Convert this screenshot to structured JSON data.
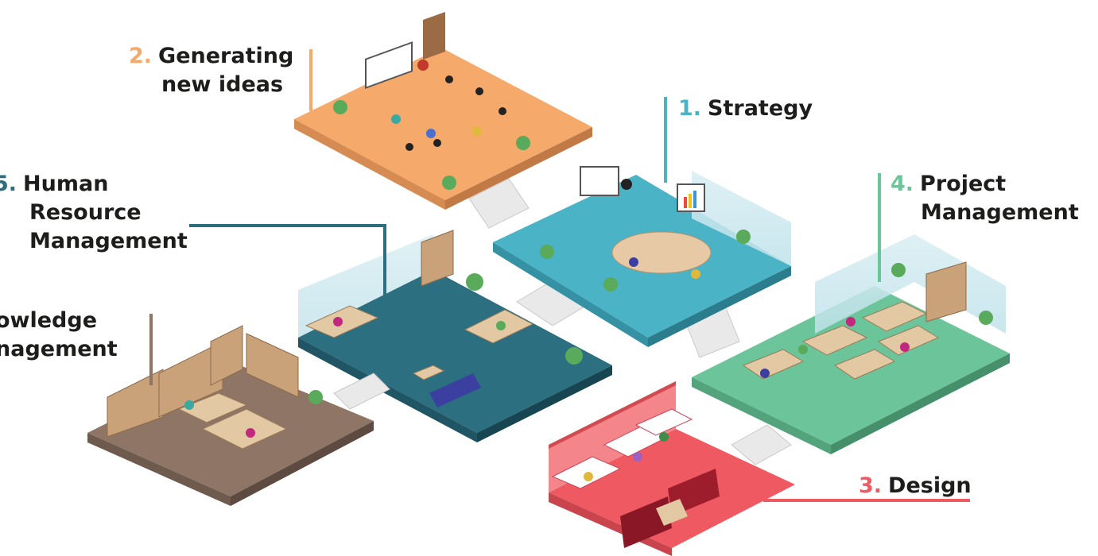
{
  "labels": {
    "strategy": {
      "number": "1.",
      "lines": [
        "Strategy"
      ]
    },
    "ideas": {
      "number": "2.",
      "lines": [
        "Generating",
        "new ideas"
      ]
    },
    "design": {
      "number": "3.",
      "lines": [
        "Design"
      ]
    },
    "project": {
      "number": "4.",
      "lines": [
        "Project",
        "Management"
      ]
    },
    "hr": {
      "number": "5.",
      "lines": [
        "Human",
        "Resource",
        "Management"
      ]
    },
    "knowledge": {
      "number": "",
      "lines": [
        "owledge",
        "nagement"
      ]
    }
  },
  "colors": {
    "ideas": "#f5a96b",
    "strategy": "#4bb3c6",
    "design": "#ef5a62",
    "project": "#6cc49a",
    "hr": "#2b6f80",
    "knowledge": "#8e7566",
    "text": "#1d1d1b"
  }
}
